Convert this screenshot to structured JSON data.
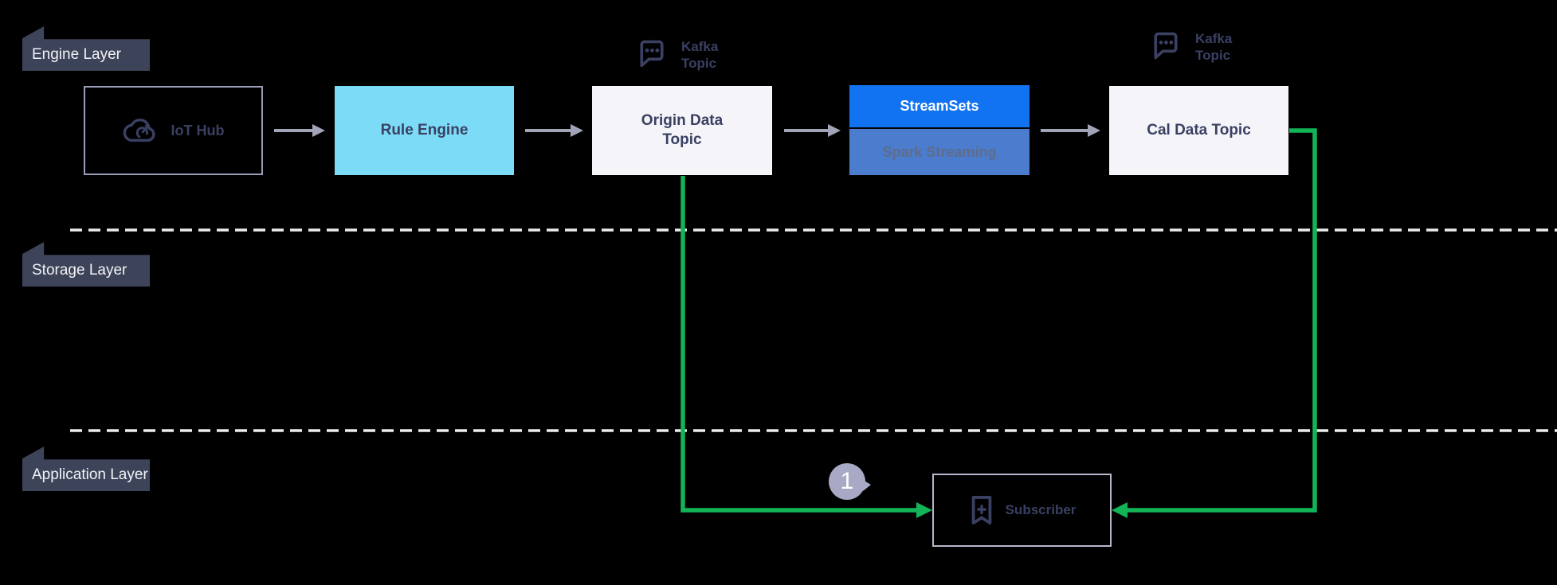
{
  "layers": {
    "engine": "Engine Layer",
    "storage": "Storage Layer",
    "application": "Application Layer"
  },
  "nodes": {
    "iot_hub": "IoT Hub",
    "rule_engine": "Rule Engine",
    "origin_topic": "Origin Data Topic",
    "streamsets": "StreamSets",
    "spark_streaming": "Spark Streaming",
    "cal_topic": "Cal Data Topic",
    "subscriber": "Subscriber"
  },
  "annotations": {
    "kafka_topic_left": "Kafka Topic",
    "kafka_topic_right": "Kafka Topic",
    "step_badge": "1"
  },
  "icons": {
    "iot_hub": "cloud-gauge-icon",
    "kafka": "chat-bubble-dots-icon",
    "subscriber": "bookmark-plus-icon"
  },
  "colors": {
    "background": "#000000",
    "banner": "#3d4359",
    "banner_text": "#f2f3f5",
    "node_text": "#3a4062",
    "rule_engine_fill": "#7cdcf8",
    "topic_fill": "#f4f4f9",
    "streamsets_fill": "#1273f2",
    "streamsets_text": "#ffffff",
    "spark_fill": "#4b7ccd",
    "spark_text": "#5e6d8c",
    "outline_box_border": "#9a9db8",
    "subscriber_border": "#b6b8cc",
    "arrow_gray": "#a1a3b7",
    "flow_green": "#13b457",
    "separator": "#ececec",
    "badge_fill": "#a8aac5",
    "badge_text": "#ffffff",
    "icon_navy": "#3a4062"
  }
}
